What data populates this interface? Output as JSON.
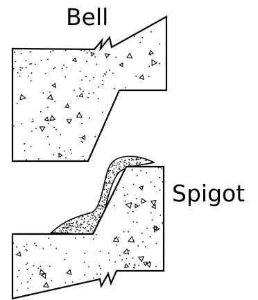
{
  "labels": {
    "bell": "Bell",
    "spigot": "Spigot"
  },
  "colors": {
    "stroke": "#000000",
    "fill": "#ffffff",
    "stipple": "#000000"
  },
  "components": [
    {
      "name": "bell",
      "type": "concrete-pipe-section"
    },
    {
      "name": "spigot",
      "type": "concrete-pipe-section"
    },
    {
      "name": "sealant",
      "type": "joint-compound"
    }
  ]
}
